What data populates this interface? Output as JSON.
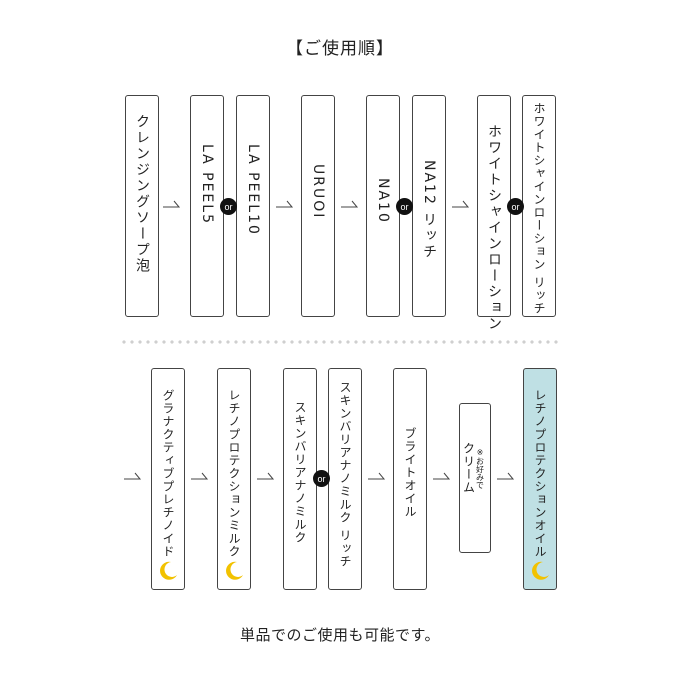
{
  "title": "【ご使用順】",
  "or_label": "or",
  "footer": "単品でのご使用も可能です。",
  "row1": {
    "step1": "クレンジングソープ泡",
    "step2a": "LA PEEL5",
    "step2b": "LA PEEL10",
    "step3": "URUOI",
    "step4a": "NA10",
    "step4b": "NA12 リッチ",
    "step5a": "ホワイトシャインローション",
    "step5b": "ホワイトシャインローション リッチ"
  },
  "row2": {
    "step1": "グラナクティブプレチノイド",
    "step2": "レチノプロテクションミルク",
    "step3a": "スキンバリアナノミルク",
    "step3b": "スキンバリアナノミルク リッチ",
    "step4": "ブライトオイル",
    "step5": "クリーム",
    "step5_note": "※お好みで",
    "step6": "レチノプロテクションオイル"
  },
  "colors": {
    "highlight": "#bfe0e4",
    "moon": "#f2c200",
    "border": "#444444"
  },
  "icons": [
    "arrow-right-icon",
    "moon-icon"
  ]
}
